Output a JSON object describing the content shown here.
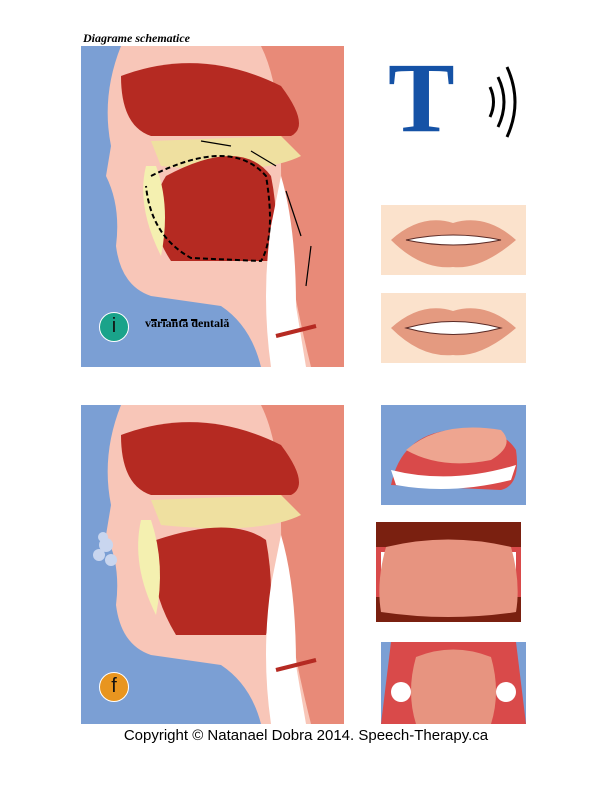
{
  "title": "Diagrame schematice",
  "legend": "variantă dentală",
  "letter": "T",
  "badge_top": "i",
  "badge_bottom": "f",
  "badge_colors": {
    "top": "#1aa38a",
    "bottom": "#e8951f"
  },
  "copyright": "Copyright © Natanael Dobra 2014. Speech-Therapy.ca"
}
